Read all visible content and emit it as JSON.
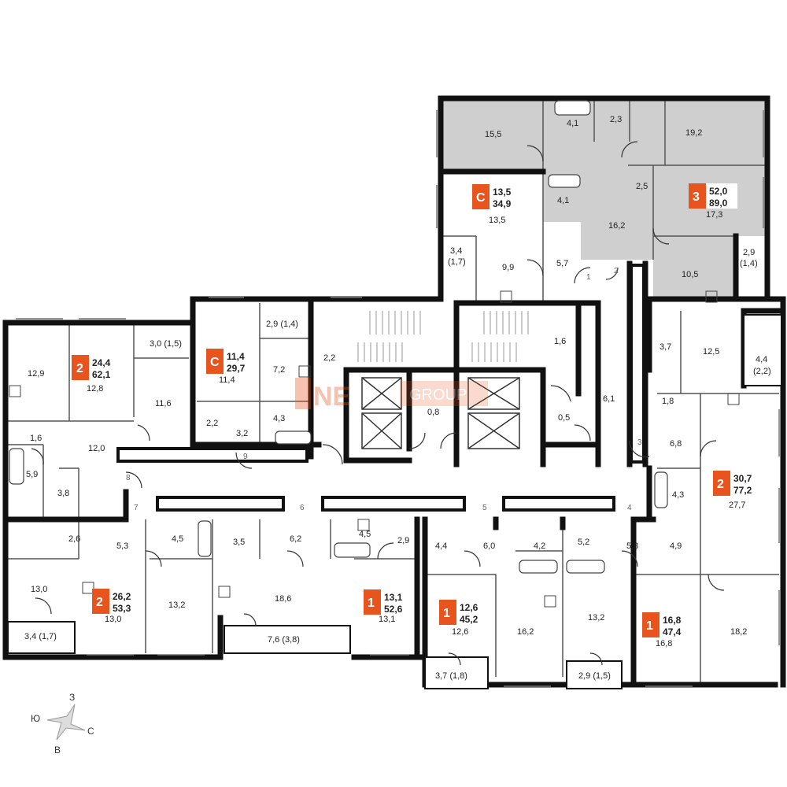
{
  "colors": {
    "accent": "#E8541E",
    "highlight": "#CFCFCF",
    "wall": "#111111"
  },
  "watermark": {
    "left": "NE",
    "right": "GROUP"
  },
  "compass": {
    "north": "З",
    "west": "Ю",
    "east": "С",
    "south": "В"
  },
  "entrances": [
    "1",
    "2",
    "3",
    "4",
    "5",
    "6",
    "7",
    "8",
    "9"
  ],
  "badges": [
    {
      "type": "2",
      "living": "24,4",
      "total": "62,1"
    },
    {
      "type": "С",
      "living": "11,4",
      "total": "29,7"
    },
    {
      "type": "С",
      "living": "13,5",
      "total": "34,9"
    },
    {
      "type": "3",
      "living": "52,0",
      "total": "89,0"
    },
    {
      "type": "2",
      "living": "30,7",
      "total": "77,2"
    },
    {
      "type": "2",
      "living": "26,2",
      "total": "53,3"
    },
    {
      "type": "1",
      "living": "13,1",
      "total": "52,6"
    },
    {
      "type": "1",
      "living": "12,6",
      "total": "45,2"
    },
    {
      "type": "1",
      "living": "16,8",
      "total": "47,4"
    }
  ],
  "areas": [
    "15,5",
    "4,1",
    "2,3",
    "19,2",
    "4,1",
    "2,5",
    "13,5",
    "16,2",
    "17,3",
    "3,4",
    "(1,7)",
    "9,9",
    "5,7",
    "2,9",
    "(1,4)",
    "10,5",
    "2,9 (1,4)",
    "3,0 (1,5)",
    "12,9",
    "12,8",
    "11,6",
    "7,2",
    "11,4",
    "2,2",
    "4,3",
    "2,2",
    "3,2",
    "1,6",
    "12,0",
    "5,9",
    "3,8",
    "1,6",
    "0,8",
    "0,5",
    "6,1",
    "3,7",
    "12,5",
    "4,4",
    "(2,2)",
    "1,8",
    "6,8",
    "4,3",
    "27,7",
    "2,6",
    "5,3",
    "4,5",
    "3,5",
    "6,2",
    "4,5",
    "2,9",
    "4,4",
    "6,0",
    "4,2",
    "5,2",
    "5,8",
    "4,9",
    "13,0",
    "13,0",
    "13,2",
    "18,6",
    "13,1",
    "12,6",
    "16,2",
    "13,2",
    "16,8",
    "18,2",
    "3,4 (1,7)",
    "7,6 (3,8)",
    "3,7 (1,8)",
    "2,9 (1,5)"
  ]
}
